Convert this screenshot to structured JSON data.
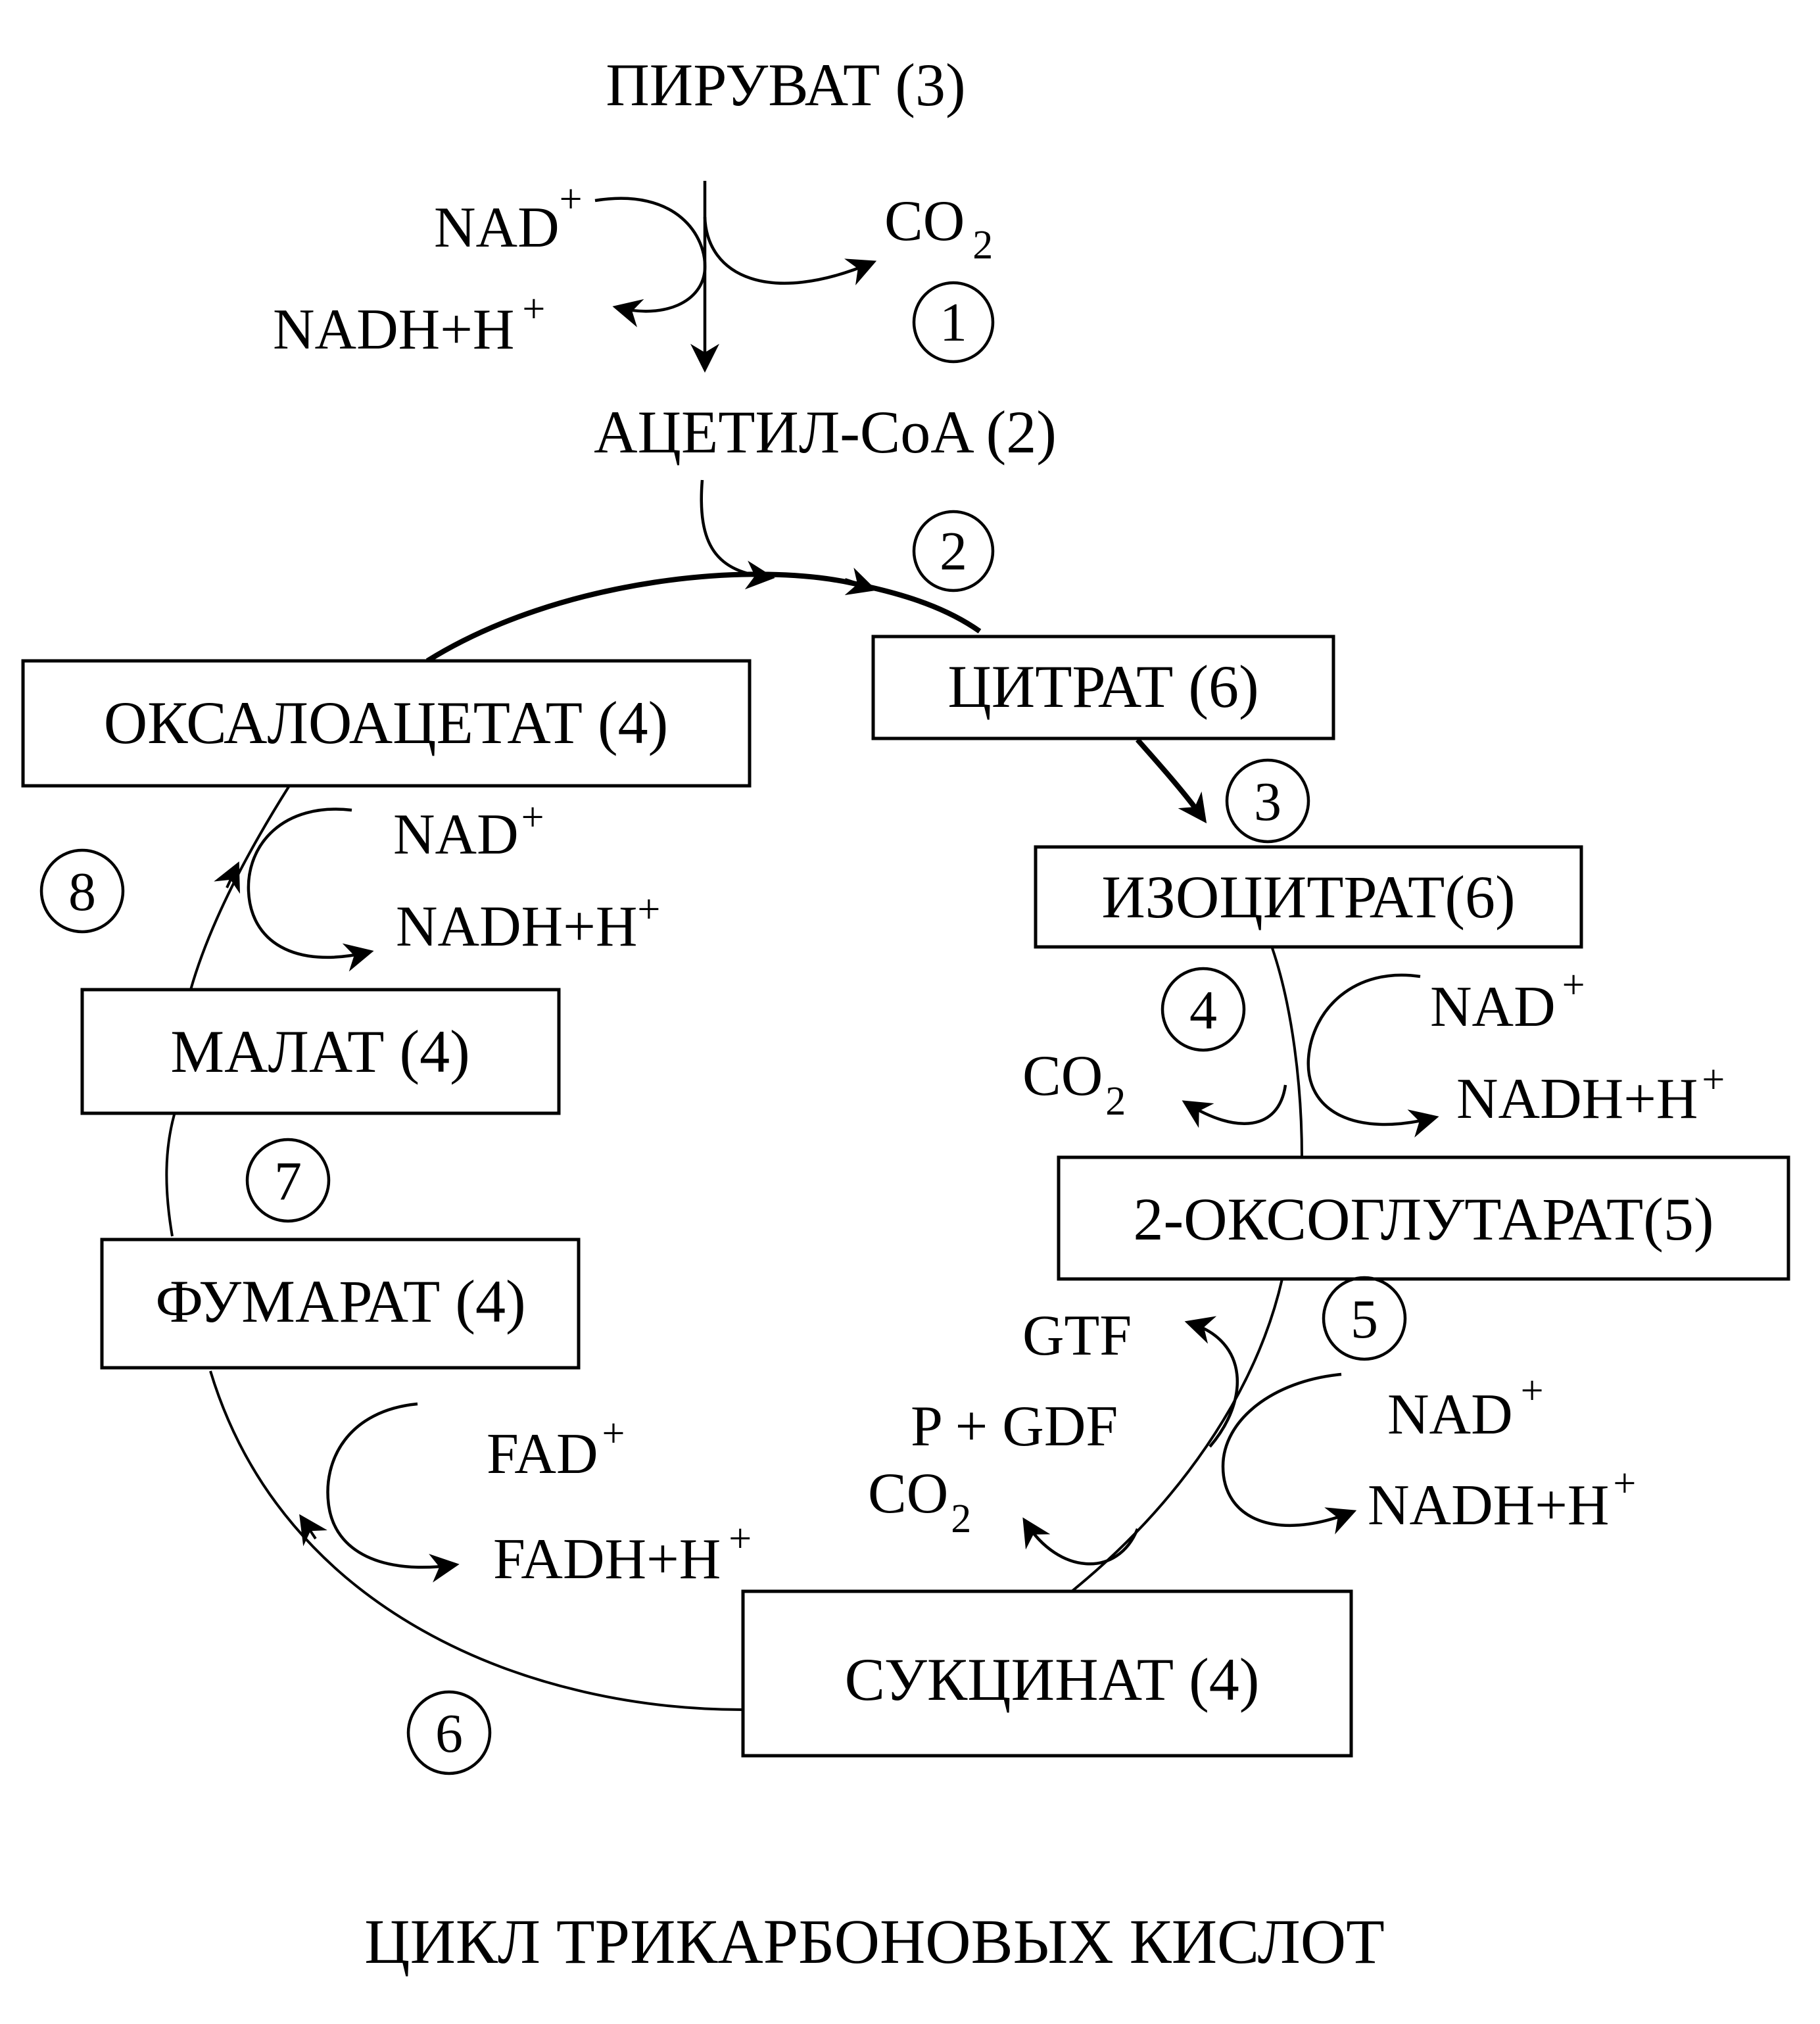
{
  "title": "ЦИКЛ ТРИКАРБОНОВЫХ КИСЛОТ",
  "top": {
    "pyruvate": "ПИРУВАТ (3)",
    "acetyl_coa": "АЦЕТИЛ-CoA (2)",
    "nad": "NAD",
    "nad_sup": "+",
    "nadh": "NADH+H",
    "nadh_sup": "+",
    "co2": "CO",
    "co2_sub": "2"
  },
  "boxes": {
    "citrate": "ЦИТРАТ (6)",
    "isocitrate": "ИЗОЦИТРАТ(6)",
    "oxoglutarate": "2-ОКСОГЛУТАРАТ(5)",
    "succinate": "СУКЦИНАТ (4)",
    "fumarate": "ФУМАРАТ (4)",
    "malate": "МАЛАТ (4)",
    "oxaloacetate": "ОКСАЛОАЦЕТАТ (4)"
  },
  "steps": [
    "1",
    "2",
    "3",
    "4",
    "5",
    "6",
    "7",
    "8"
  ],
  "cofactors": {
    "step4": {
      "co2": "CO",
      "co2_sub": "2",
      "nad": "NAD",
      "nad_sup": "+",
      "nadh": "NADH+H",
      "nadh_sup": "+"
    },
    "step5": {
      "gtf": "GTF",
      "p_gdf": "P + GDF",
      "co2": "CO",
      "co2_sub": "2",
      "nad": "NAD",
      "nad_sup": "+",
      "nadh": "NADH+H",
      "nadh_sup": "+"
    },
    "step6": {
      "fad": "FAD",
      "fad_sup": "+",
      "fadh": "FADH+H",
      "fadh_sup": "+"
    },
    "step8": {
      "nad": "NAD",
      "nad_sup": "+",
      "nadh": "NADH+H",
      "nadh_sup": "+"
    }
  }
}
